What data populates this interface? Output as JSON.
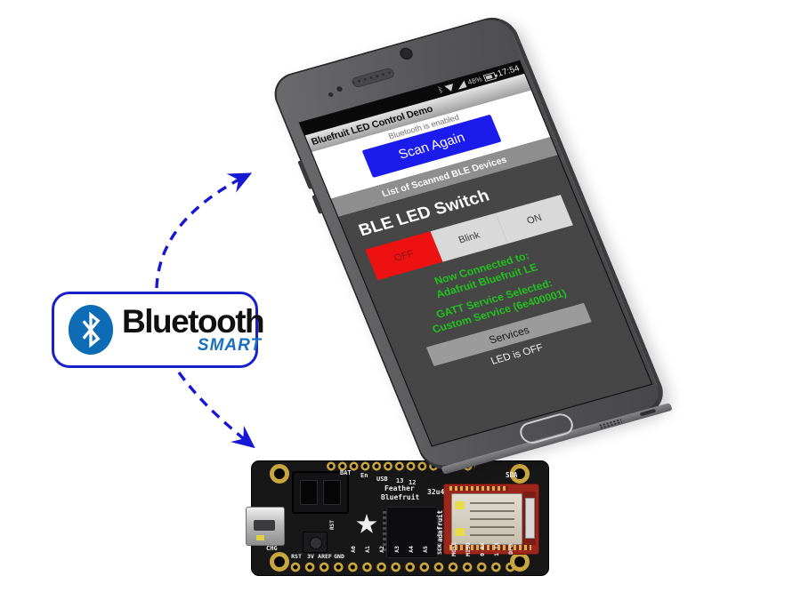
{
  "logo": {
    "brand": "Bluetooth",
    "sub": "SMART"
  },
  "phone": {
    "status": {
      "battery_pct": "48%",
      "time": "17:54"
    },
    "app": {
      "title": "Bluefruit LED Control Demo",
      "bt_enabled": "Bluetooth is enabled",
      "scan_btn": "Scan Again",
      "list_header": "List of Scanned BLE Devices",
      "switch_title": "BLE LED Switch",
      "seg_buttons": [
        "OFF",
        "Blink",
        "ON"
      ],
      "status_lines": [
        "Now Connected to:",
        "Adafruit Bluefruit LE",
        "GATT Service Selected:",
        "Custom Service (6e400001)"
      ],
      "services_btn": "Services",
      "led_status": "LED is OFF"
    }
  },
  "board": {
    "top_pins": [
      "BAT",
      "En",
      "USB",
      "13",
      "12"
    ],
    "sda": "SDA",
    "name_line1": "Feather",
    "name_line2": "Bluefruit",
    "variant": "32u4",
    "vendor": "adafruit",
    "chg": "CHG",
    "rst": "RST",
    "pins_bottom": [
      "RST",
      "3V",
      "AREF",
      "GND",
      "A0",
      "A1",
      "A2",
      "A3",
      "A4",
      "A5",
      "SCK",
      "MOSI",
      "MISO",
      "0 RX",
      "1 TX",
      "DFU"
    ]
  },
  "colors": {
    "arrow_blue": "#1717d6",
    "logo_border_blue": "#1720c9",
    "bluetooth_oval_blue": "#0d6cb5",
    "smart_blue": "#1a6fc0",
    "android_button_blue": "#1b1bec",
    "connected_green": "#21c21f",
    "off_red": "#ee1111",
    "board_gold": "#c9a53f",
    "ble_module_red": "#9c261c"
  }
}
